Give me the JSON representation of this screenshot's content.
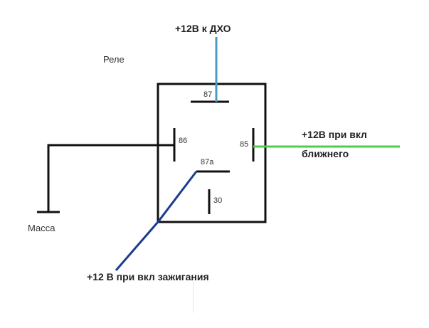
{
  "labels": {
    "drl_supply": "+12В к ДХО",
    "relay": "Реле",
    "low_beam_line1": "+12В при вкл",
    "low_beam_line2": "ближнего",
    "ground": "Масса",
    "ignition": "+12 В при вкл зажигания"
  },
  "pins": {
    "p87": "87",
    "p86": "86",
    "p85": "85",
    "p87a": "87a",
    "p30": "30"
  },
  "colors": {
    "drl_wire": "#4a9bc2",
    "low_beam_wire": "#4ccf4c",
    "ignition_wire": "#1a3d8f",
    "ground_wire": "#111111",
    "relay_outline": "#111111"
  }
}
